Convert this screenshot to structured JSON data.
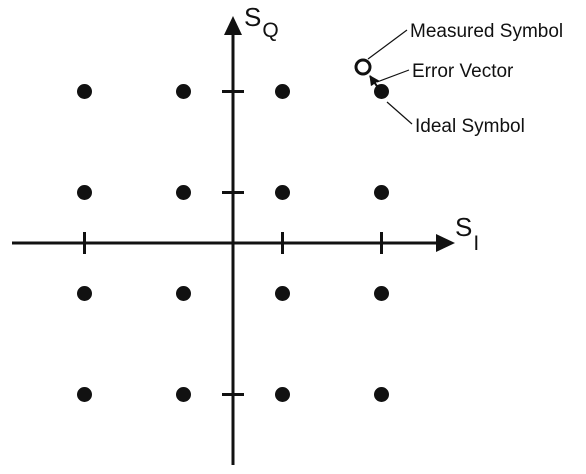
{
  "diagram": {
    "axes": {
      "vertical": {
        "base": "S",
        "sub": "Q"
      },
      "horizontal": {
        "base": "S",
        "sub": "I"
      }
    },
    "constellation": {
      "i_levels": [
        -3,
        -1,
        1,
        3
      ],
      "q_levels": [
        3,
        1,
        -1,
        -3
      ]
    },
    "annotations": {
      "measured": "Measured Symbol",
      "error": "Error Vector",
      "ideal": "Ideal Symbol"
    },
    "colors": {
      "ink": "#111111",
      "background": "#ffffff"
    }
  }
}
